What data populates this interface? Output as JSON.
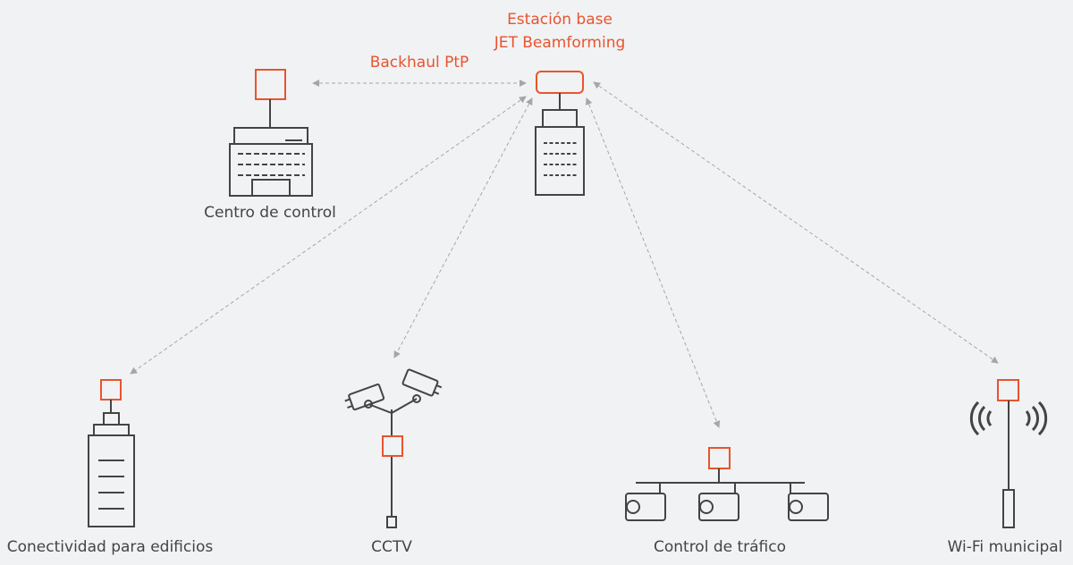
{
  "colors": {
    "background": "#f1f2f3",
    "accent": "#e8542f",
    "outline": "#444444",
    "link": "#a6a6a6"
  },
  "base_station": {
    "label_line1": "Estación base",
    "label_line2": "JET Beamforming"
  },
  "backhaul": {
    "label": "Backhaul PtP"
  },
  "nodes": {
    "control_center": {
      "label": "Centro de control"
    },
    "buildings": {
      "label": "Conectividad para edificios"
    },
    "cctv": {
      "label": "CCTV"
    },
    "traffic": {
      "label": "Control de tráfico"
    },
    "wifi": {
      "label": "Wi-Fi municipal"
    }
  },
  "icons": [
    "base-station-icon",
    "control-center-building-icon",
    "tower-building-icon",
    "cctv-pole-icon",
    "traffic-camera-bar-icon",
    "wifi-pole-icon",
    "radio-unit-icon"
  ]
}
